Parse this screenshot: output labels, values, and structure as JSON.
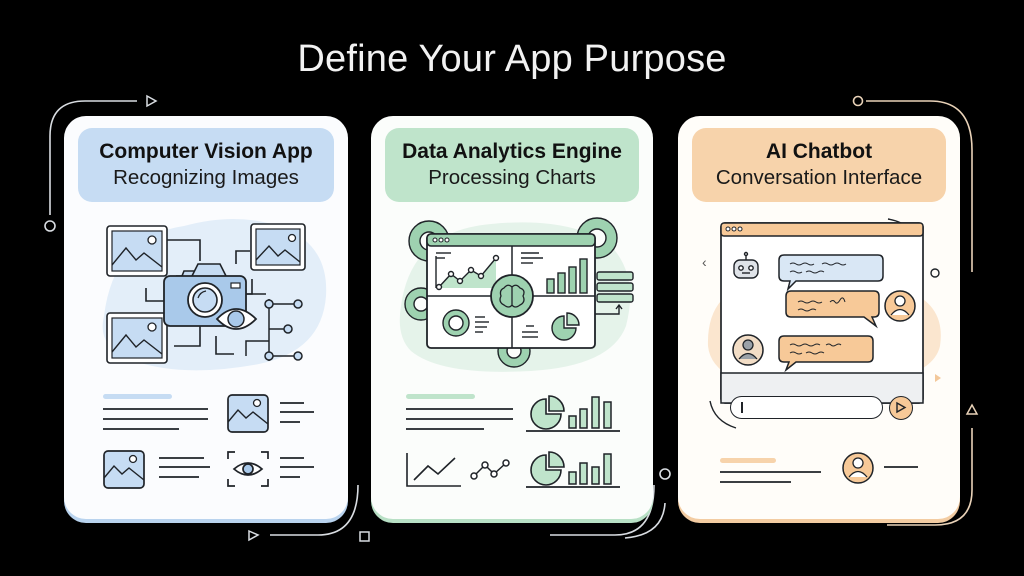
{
  "page": {
    "title": "Define Your App Purpose",
    "background": "#000000"
  },
  "cards": [
    {
      "id": "computer-vision",
      "title": "Computer Vision App",
      "subtitle": "Recognizing Images",
      "accent": "#c6dcf3",
      "illustration": [
        "image-icon",
        "camera-icon",
        "eye-icon",
        "node-network-icon"
      ],
      "list_icons": [
        "image-icon",
        "image-icon",
        "eye-scan-icon"
      ]
    },
    {
      "id": "data-analytics",
      "title": "Data Analytics Engine",
      "subtitle": "Processing Charts",
      "accent": "#bfe4cb",
      "illustration": [
        "gear-icon",
        "dashboard-window",
        "line-chart-icon",
        "bar-chart-icon",
        "brain-icon",
        "donut-chart-icon",
        "pie-chart-icon",
        "server-stack-icon"
      ],
      "list_icons": [
        "pie-chart-icon",
        "bar-chart-icon",
        "line-chart-icon",
        "line-nodes-icon"
      ]
    },
    {
      "id": "ai-chatbot",
      "title": "AI Chatbot",
      "subtitle": "Conversation Interface",
      "accent": "#f7d3ab",
      "illustration": [
        "chat-window",
        "robot-icon",
        "user-avatar-icon",
        "chat-bubble-icon",
        "send-icon"
      ],
      "list_icons": [
        "user-avatar-icon"
      ]
    }
  ],
  "decorations": [
    "play-triangle-icon",
    "circle-node-icon",
    "square-node-icon",
    "triangle-node-icon"
  ]
}
